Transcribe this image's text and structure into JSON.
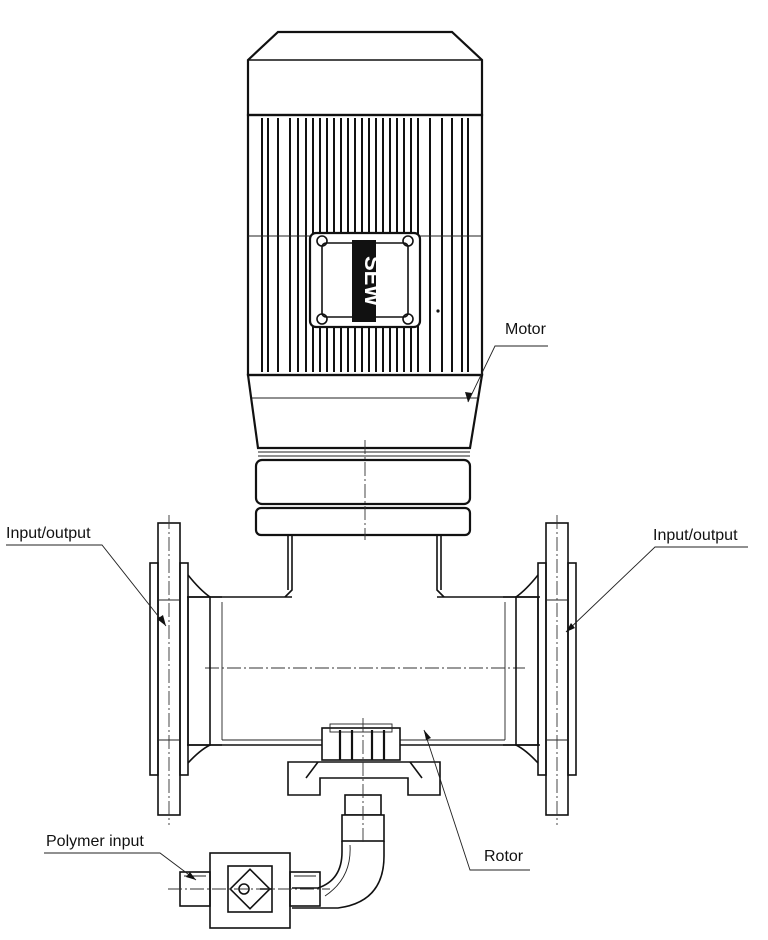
{
  "labels": {
    "motor": "Motor",
    "input_output_left": "Input/output",
    "input_output_right": "Input/output",
    "polymer_input": "Polymer input",
    "rotor": "Rotor"
  },
  "brand_logo": "SEW"
}
